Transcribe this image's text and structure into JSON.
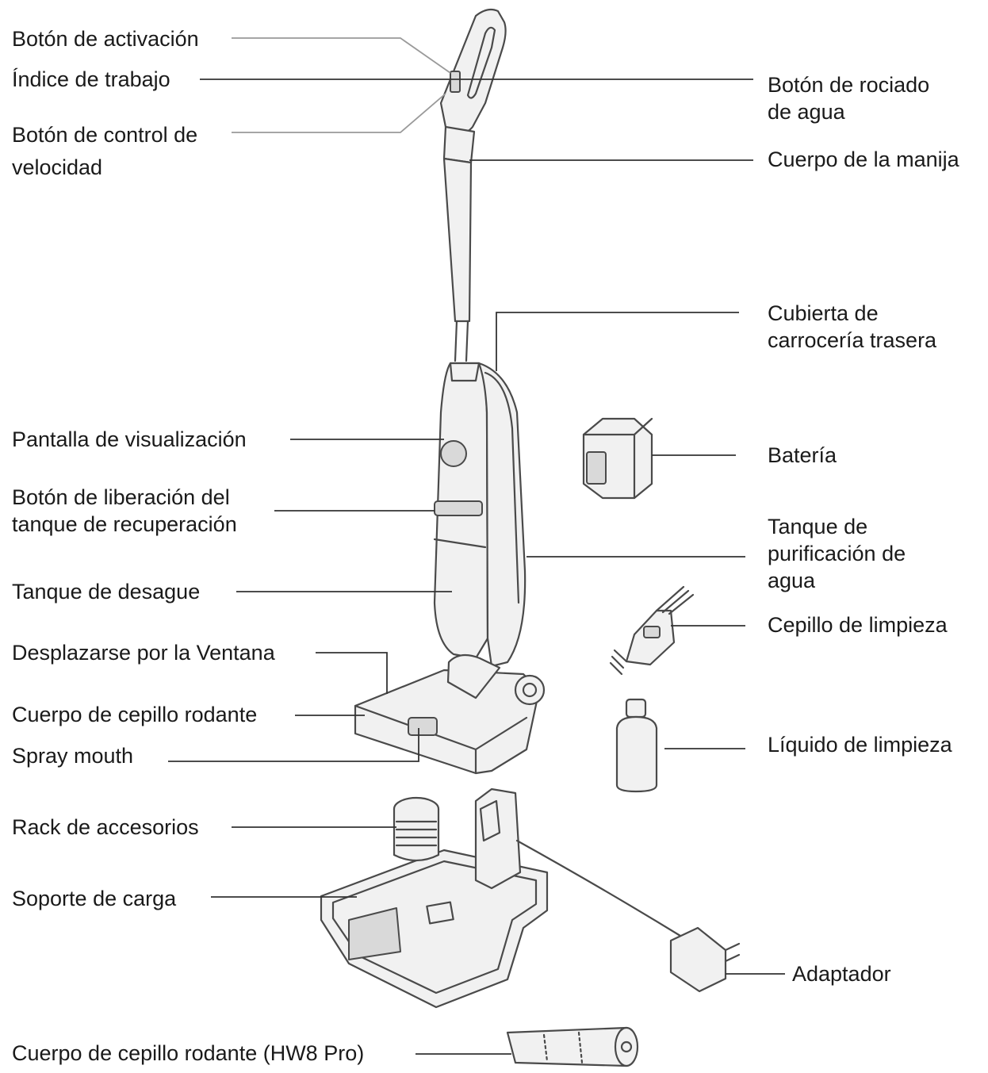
{
  "labels_left": [
    {
      "id": "activation-button",
      "text": "Botón de activación"
    },
    {
      "id": "work-index",
      "text": "Índice de trabajo"
    },
    {
      "id": "speed-control-button",
      "text": "Botón de control de velocidad"
    },
    {
      "id": "display-screen",
      "text": "Pantalla de visualización"
    },
    {
      "id": "recovery-tank-release-button",
      "line1": "Botón de liberación del",
      "line2": "tanque de recuperación"
    },
    {
      "id": "drain-tank",
      "text": "Tanque de desague"
    },
    {
      "id": "scroll-window",
      "text": "Desplazarse por la Ventana"
    },
    {
      "id": "roller-brush-body",
      "text": "Cuerpo de cepillo rodante"
    },
    {
      "id": "spray-mouth",
      "text": "Spray mouth"
    },
    {
      "id": "accessory-rack",
      "text": "Rack de accesorios"
    },
    {
      "id": "charging-base",
      "text": "Soporte de carga"
    },
    {
      "id": "roller-brush-hw8",
      "text": "Cuerpo de cepillo rodante (HW8 Pro)"
    }
  ],
  "labels_right": [
    {
      "id": "water-spray-button",
      "line1": "Botón de rociado",
      "line2": "de agua"
    },
    {
      "id": "handle-body",
      "text": "Cuerpo de la manija"
    },
    {
      "id": "rear-body-cover",
      "line1": "Cubierta de",
      "line2": "carrocería trasera"
    },
    {
      "id": "battery",
      "text": "Batería"
    },
    {
      "id": "clean-water-tank",
      "line1": "Tanque de",
      "line2": "purificación de",
      "line3": "agua"
    },
    {
      "id": "cleaning-brush",
      "text": "Cepillo de limpieza"
    },
    {
      "id": "cleaning-liquid",
      "text": "Líquido de limpieza"
    },
    {
      "id": "adapter",
      "text": "Adaptador"
    }
  ]
}
